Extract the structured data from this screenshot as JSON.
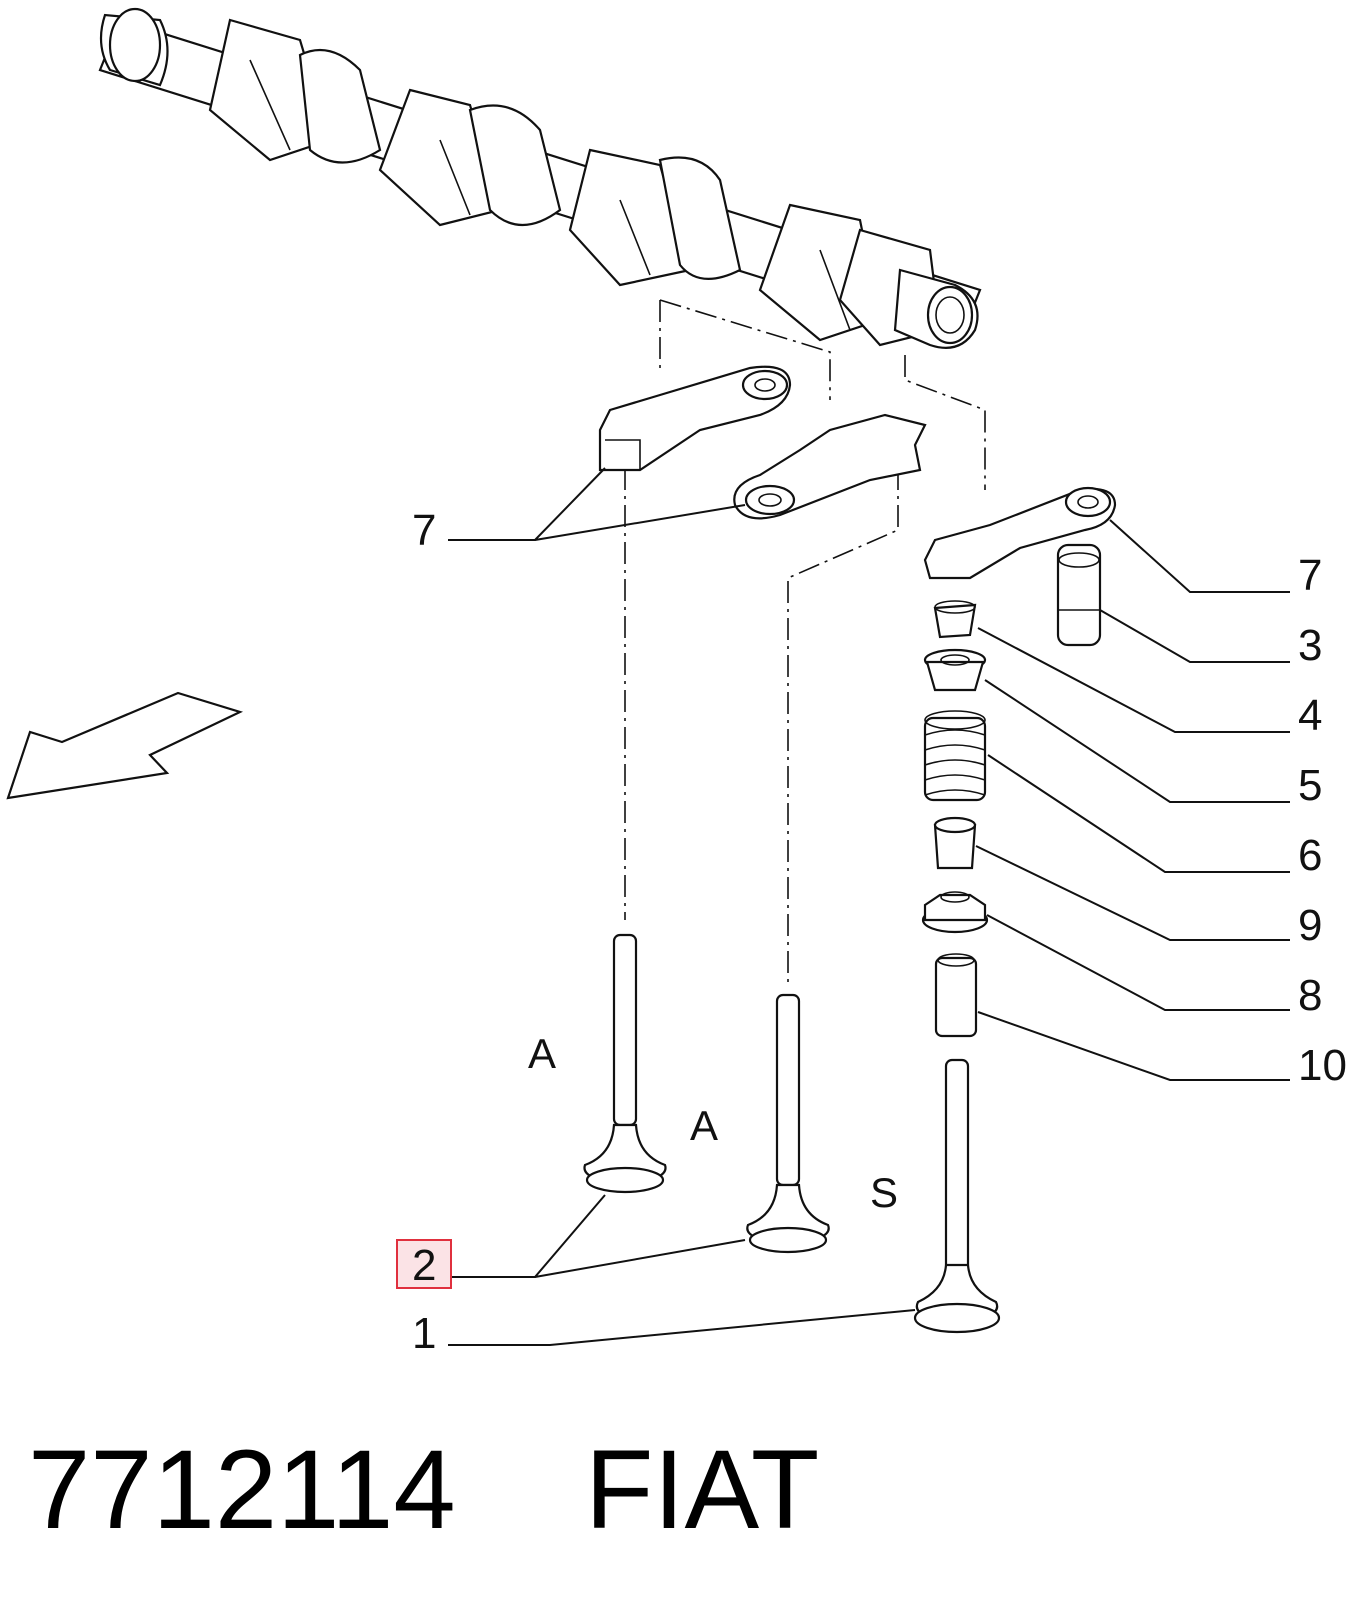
{
  "callouts": {
    "left_top": "7",
    "right_top": "7",
    "c3": "3",
    "c4": "4",
    "c5": "5",
    "c6": "6",
    "c9": "9",
    "c8": "8",
    "c10": "10",
    "c2": "2",
    "c1": "1"
  },
  "zones": {
    "a1": "A",
    "a2": "A",
    "s": "S"
  },
  "caption": {
    "part_number": "7712114",
    "brand": "FIAT"
  },
  "colors": {
    "highlight_fill": "#fbe3e6",
    "highlight_stroke": "#e0303e"
  }
}
